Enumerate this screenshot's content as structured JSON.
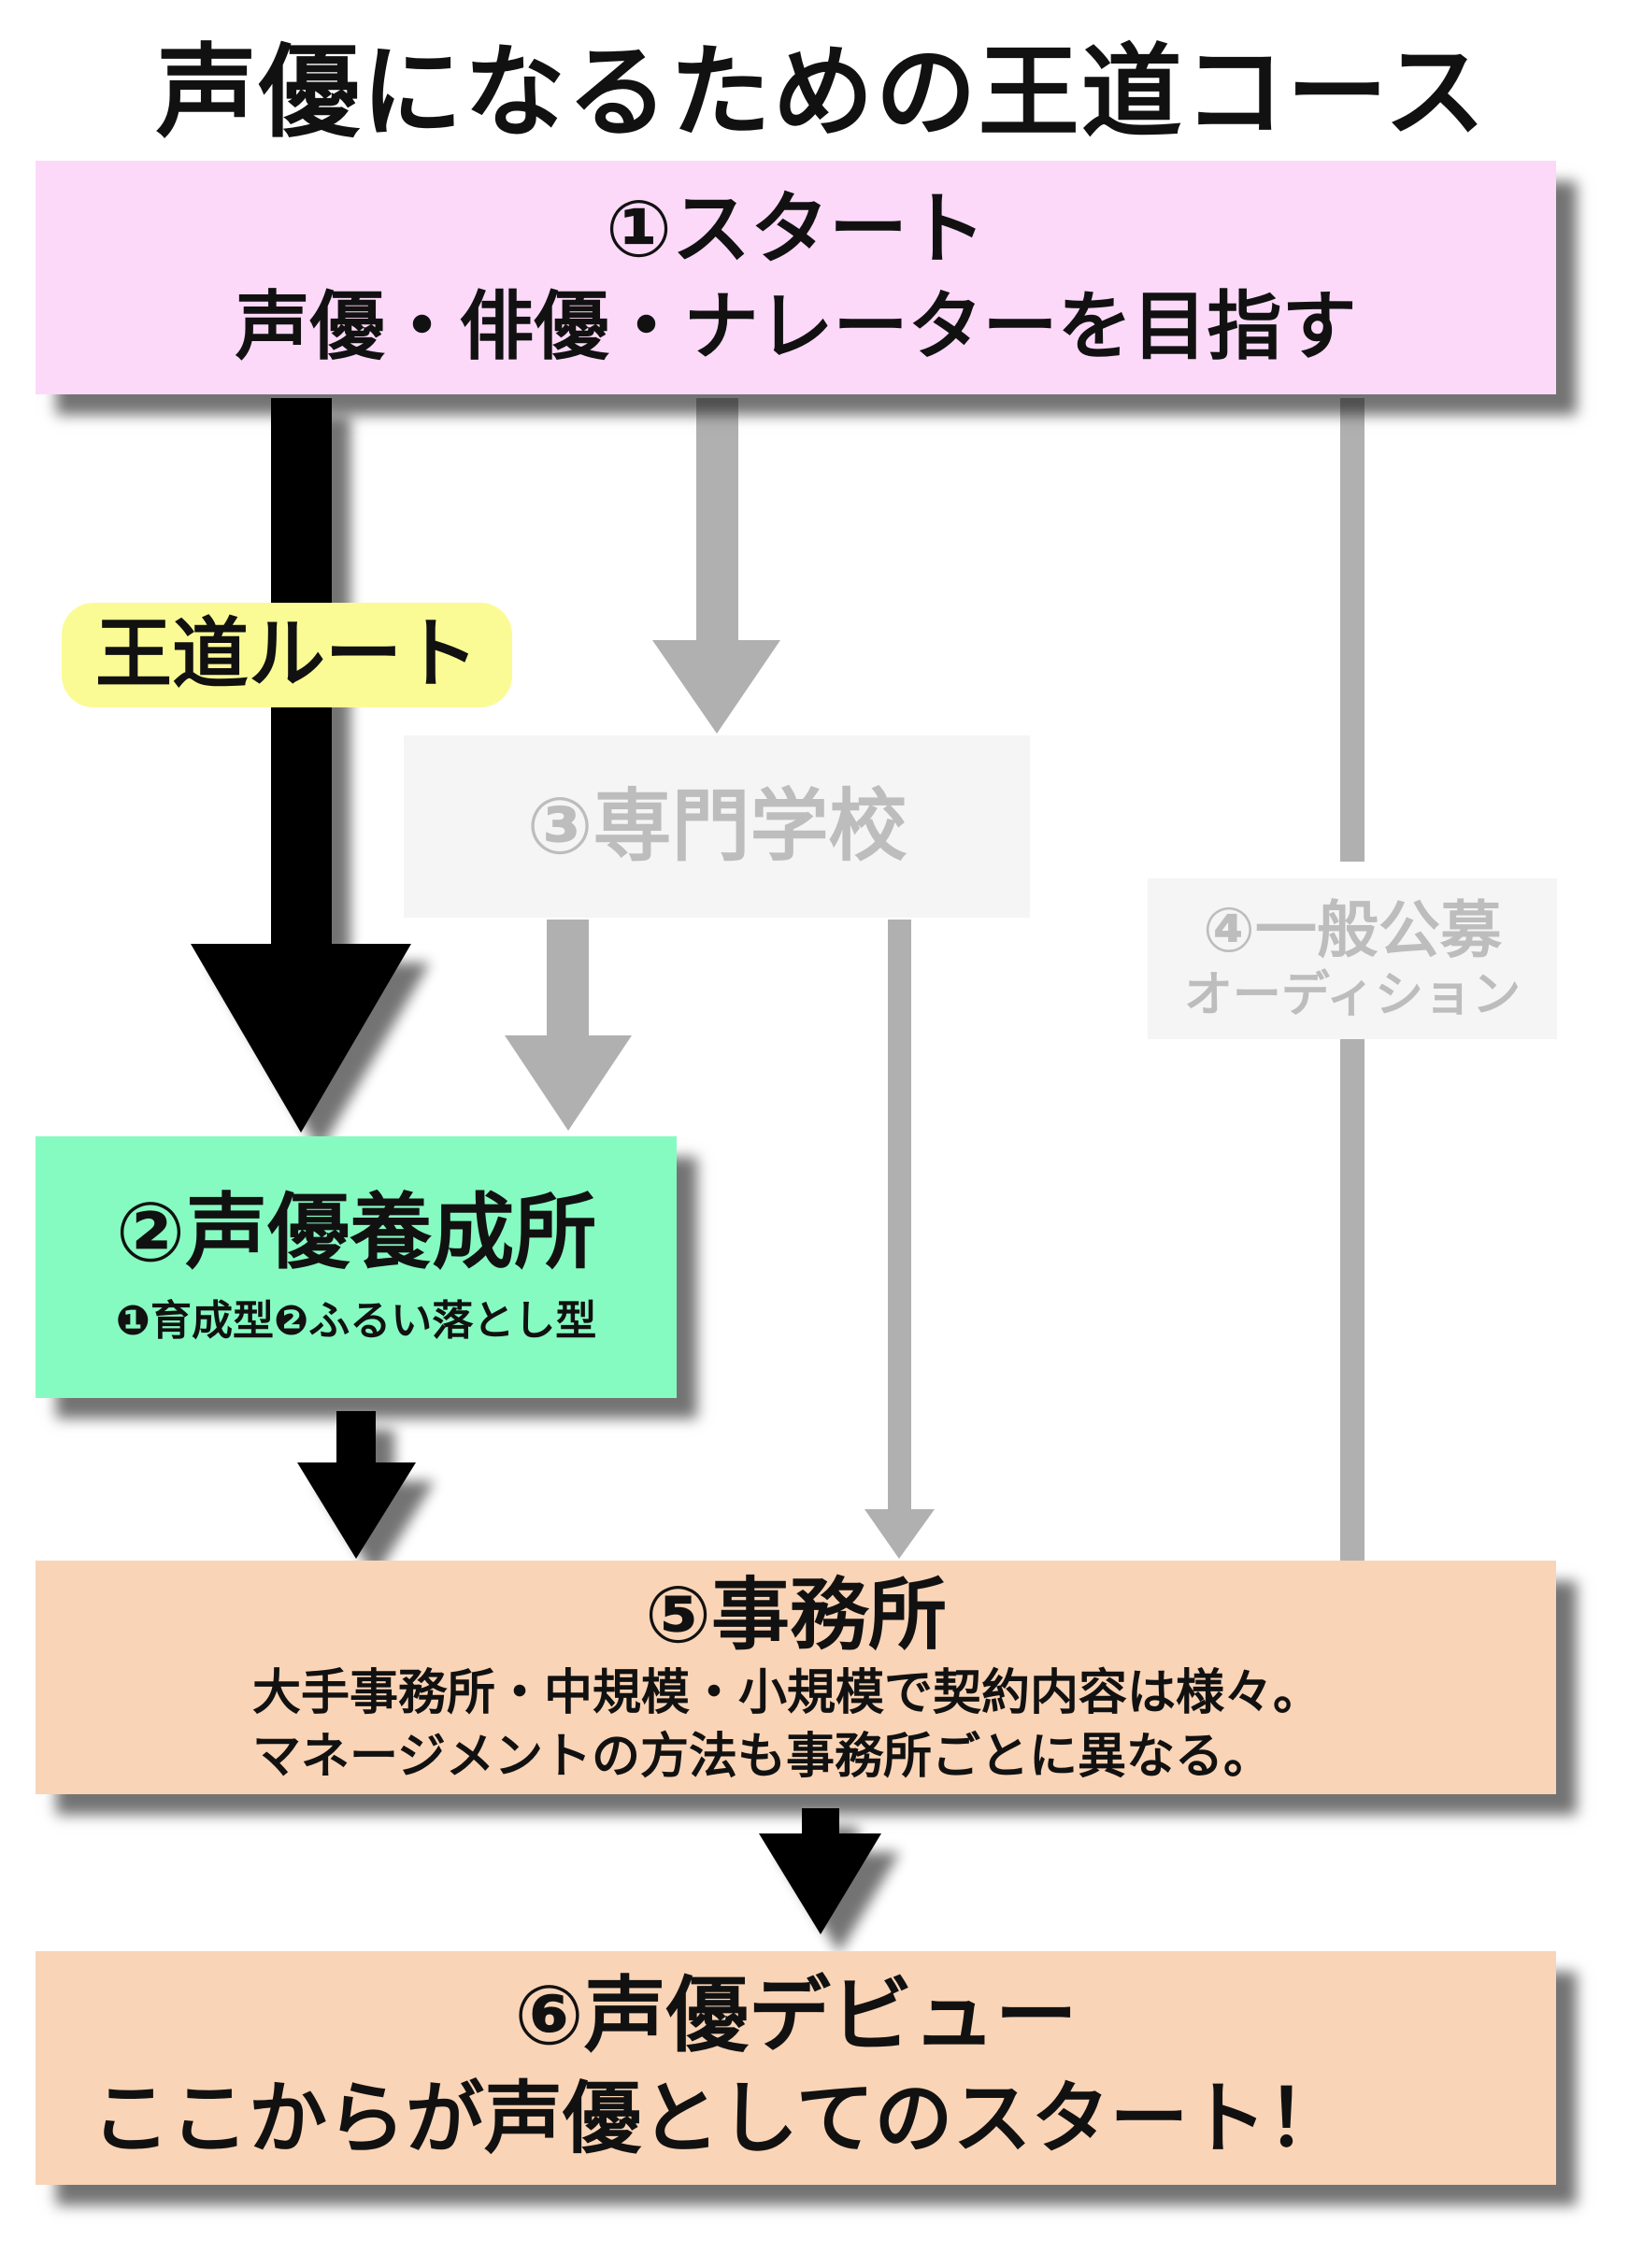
{
  "title": "声優になるための王道コース",
  "colors": {
    "start_box": "#fcd9f8",
    "training_box": "#86fbc1",
    "office_box": "#fad4b6",
    "debut_box": "#fad4b6",
    "faded_box": "#f5f5f5",
    "route_label": "#fbfb96",
    "main_arrow": "#000000",
    "faded_arrow": "#b0b0b0"
  },
  "start": {
    "line1": "①スタート",
    "line2": "声優・俳優・ナレーターを目指す"
  },
  "route_label": "王道ルート",
  "school": {
    "label": "③専門学校"
  },
  "audition": {
    "line1": "④一般公募",
    "line2": "オーディション"
  },
  "training": {
    "line1": "②声優養成所",
    "line2": "❶育成型❷ふるい落とし型"
  },
  "office": {
    "line1": "⑤事務所",
    "line2": "大手事務所・中規模・小規模で契約内容は様々。",
    "line3": "マネージメントの方法も事務所ごとに異なる。"
  },
  "debut": {
    "line1": "⑥声優デビュー",
    "line2": "ここからが声優としてのスタート！"
  }
}
